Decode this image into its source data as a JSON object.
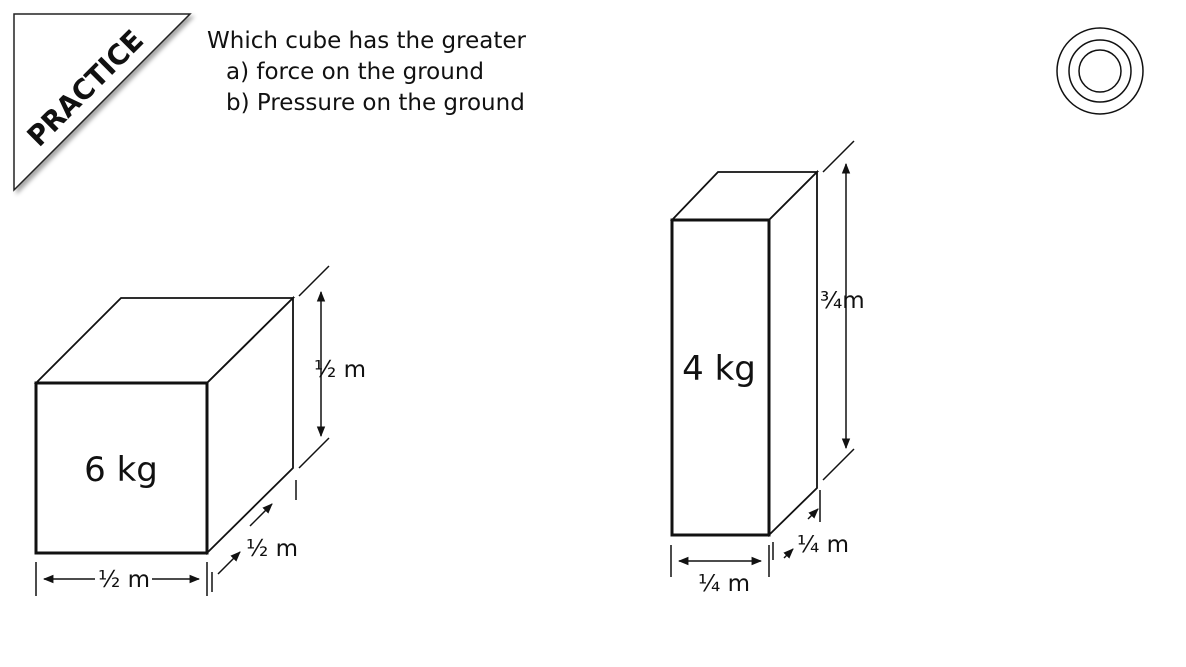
{
  "banner": {
    "label": "PRACTICE"
  },
  "question": {
    "title": "Which cube has the greater",
    "part_a": "a) force on the ground",
    "part_b": "b) Pressure on the ground"
  },
  "cube_left": {
    "mass": "6 kg",
    "height": "½ m",
    "depth": "½ m",
    "width": "½ m"
  },
  "cube_right": {
    "mass": "4 kg",
    "height": "¾m",
    "depth": "¼ m",
    "width": "¼ m"
  },
  "icons": {
    "target": "target-icon"
  }
}
